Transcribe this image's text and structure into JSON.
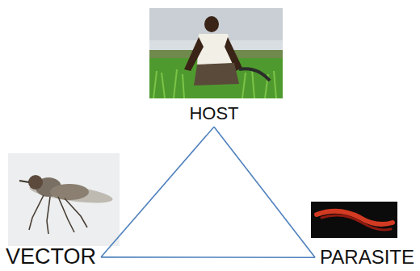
{
  "diagram": {
    "nodes": [
      {
        "text": [
          "HOST"
        ]
      },
      {
        "text": [
          "VECTOR"
        ]
      },
      {
        "text": [
          "PARASITE"
        ]
      }
    ],
    "edges": [
      {
        "from": 0,
        "to": 1,
        "arrow": "none"
      },
      {
        "from": 0,
        "to": 2,
        "arrow": "none"
      },
      {
        "from": 1,
        "to": 2,
        "arrow": "none"
      }
    ]
  }
}
